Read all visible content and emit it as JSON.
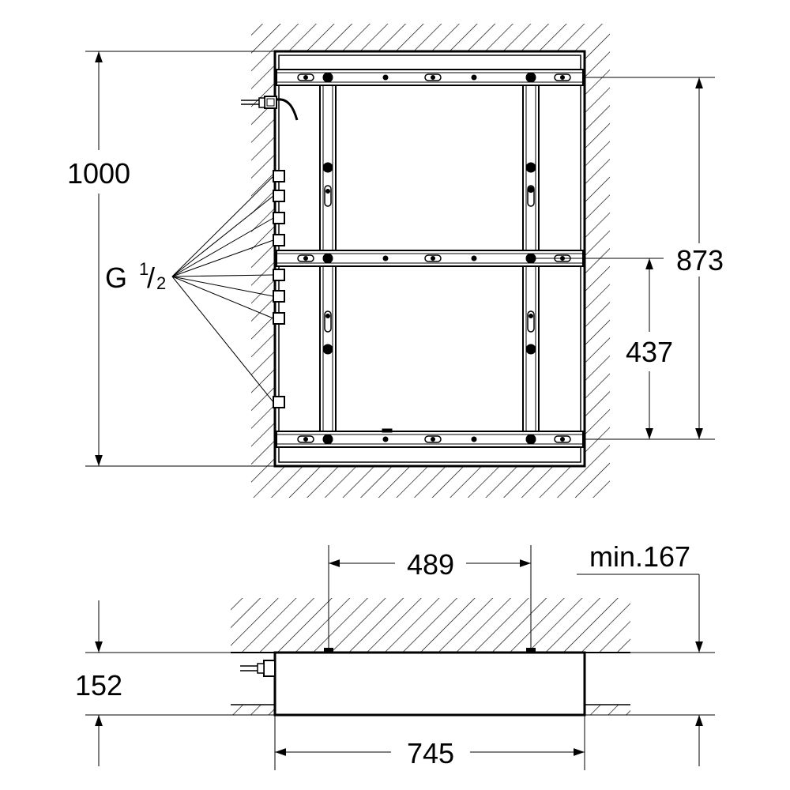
{
  "top_view": {
    "height": "1000",
    "dim_873": "873",
    "dim_437": "437",
    "thread": {
      "letter": "G",
      "numerator": "1",
      "slash": "/",
      "denominator": "2"
    }
  },
  "side_view": {
    "dim_489": "489",
    "dim_min167": "min.167",
    "dim_152": "152",
    "dim_745": "745"
  }
}
